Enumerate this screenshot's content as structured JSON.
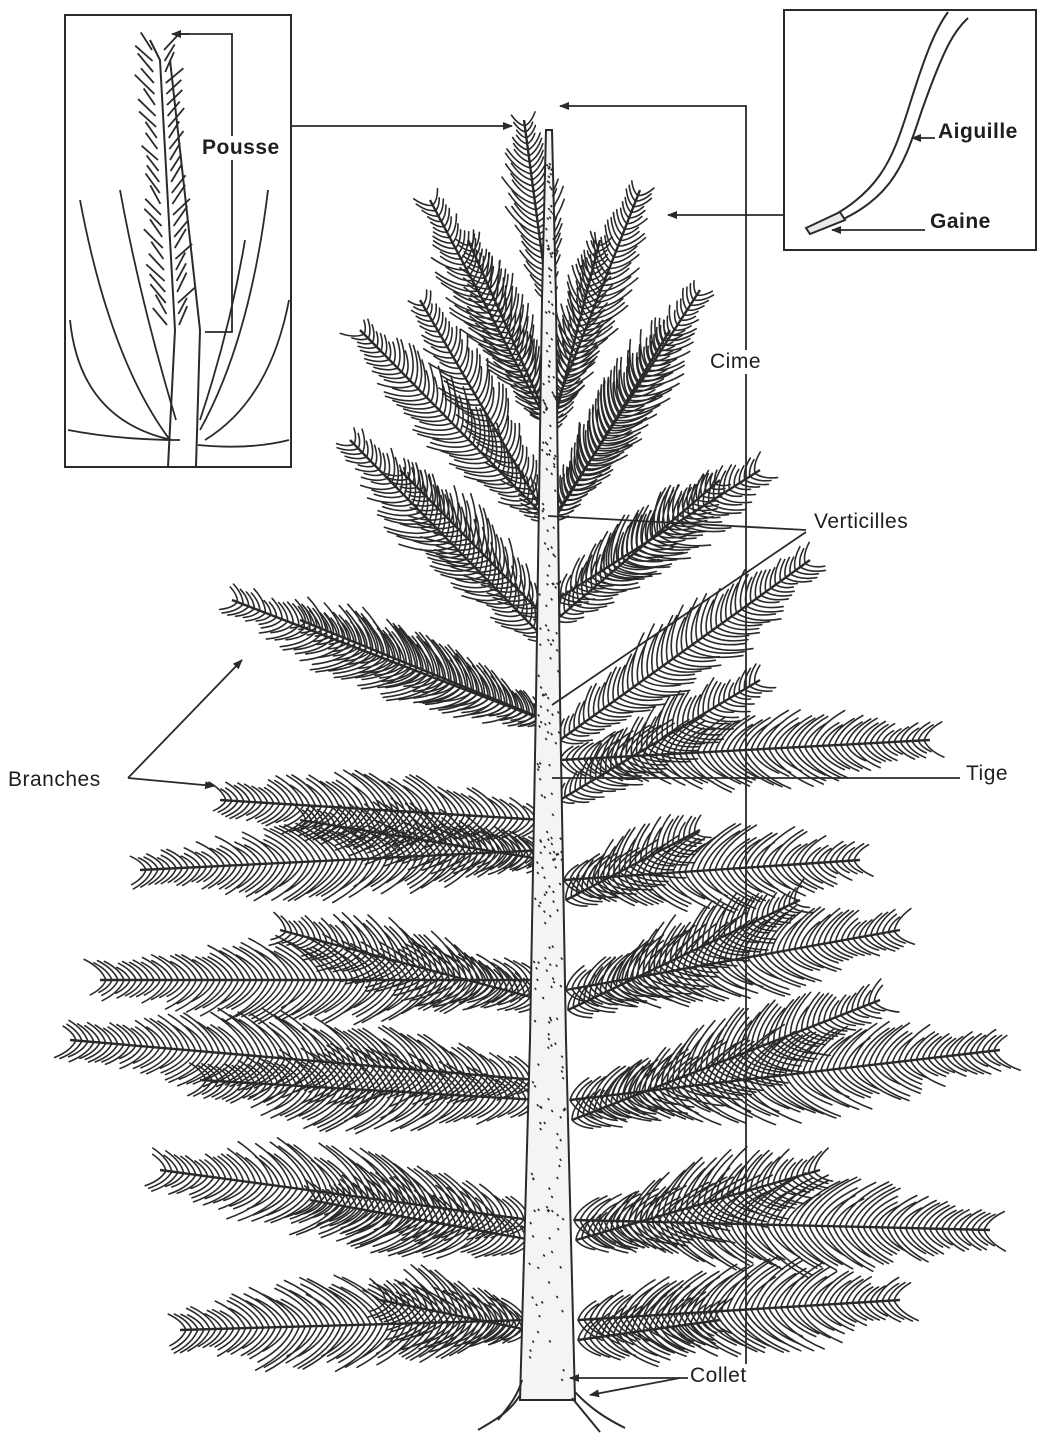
{
  "diagram": {
    "labels": {
      "pousse": "Pousse",
      "aiguille": "Aiguille",
      "gaine": "Gaine",
      "cime": "Cime",
      "verticilles": "Verticilles",
      "branches": "Branches",
      "tige": "Tige",
      "collet": "Collet"
    },
    "insets": [
      "shoot-detail",
      "needle-detail"
    ],
    "colors": {
      "ink": "#2a2a2a",
      "paper": "#ffffff"
    }
  }
}
